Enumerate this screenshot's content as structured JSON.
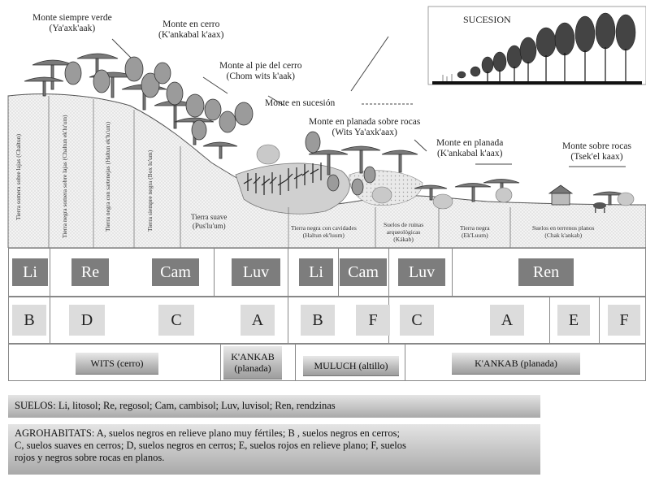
{
  "landscape": {
    "labels": [
      {
        "id": "siempre-verde",
        "line1": "Monte siempre verde",
        "line2": "(Ya'axk'aak)"
      },
      {
        "id": "en-cerro",
        "line1": "Monte en cerro",
        "line2": "(K'ankabal k'aax)"
      },
      {
        "id": "pie-cerro",
        "line1": "Monte al pie del cerro",
        "line2": "(Chom wits k'aak)"
      },
      {
        "id": "sucesion",
        "line1": "Monte en sucesión",
        "line2": ""
      },
      {
        "id": "planada-rocas",
        "line1": "Monte en planada sobre rocas",
        "line2": "(Wits Ya'axk'aax)"
      },
      {
        "id": "planada",
        "line1": "Monte en planada",
        "line2": "(K'ankabal k'aax)"
      },
      {
        "id": "sobre-rocas",
        "line1": "Monte sobre rocas",
        "line2": "(Tsek'el kaax)"
      }
    ],
    "inset_title": "SUCESION",
    "soils_vertical": [
      {
        "line1": "Tierra somera sobre lajas",
        "line2": "(Chaltun)"
      },
      {
        "line1": "Tierra negra somera sobre lajas",
        "line2": "(Chaltun ek'lu'um)"
      },
      {
        "line1": "Tierra negra con sartenejas",
        "line2": "(Haltun ek'lu'um)"
      },
      {
        "line1": "Tierra siempre negra",
        "line2": "(Box lu'um)"
      }
    ],
    "soils_horizontal": [
      {
        "line1": "Tierra suave",
        "line2": "(Pus'lu'um)"
      },
      {
        "line1": "Tierra negra con cavidades",
        "line2": "(Haltun ek'luum)"
      },
      {
        "line1": "Suelos de ruinas",
        "line2": "arqueológicas",
        "line3": "(Kákab)"
      },
      {
        "line1": "Tierra negra",
        "line2": "(Ek'Luum)"
      },
      {
        "line1": "Suelos en terrenos planos",
        "line2": "(Chak k'ankab)"
      }
    ]
  },
  "soil_row": [
    "Li",
    "Re",
    "Cam",
    "Luv",
    "Li",
    "Cam",
    "Luv",
    "Ren"
  ],
  "agro_row": [
    "B",
    "D",
    "C",
    "A",
    "B",
    "F",
    "C",
    "A",
    "E",
    "F"
  ],
  "zones": [
    {
      "label": "WITS (cerro)",
      "sub": ""
    },
    {
      "label": "K'ANKAB",
      "sub": "(planada)"
    },
    {
      "label": "MULUCH (altillo)",
      "sub": ""
    },
    {
      "label": "K'ANKAB (planada)",
      "sub": ""
    }
  ],
  "legend": {
    "suelos": "SUELOS: Li, litosol; Re, regosol; Cam, cambisol; Luv, luvisol; Ren, rendzinas",
    "agro_1": "AGROHABITATS:  A, suelos negros en relieve plano muy fértiles; B , suelos negros en cerros;",
    "agro_2": "C, suelos suaves en cerros; D, suelos negros en cerros; E, suelos rojos en relieve plano; F, suelos",
    "agro_3": "rojos y negros sobre rocas en planos."
  }
}
